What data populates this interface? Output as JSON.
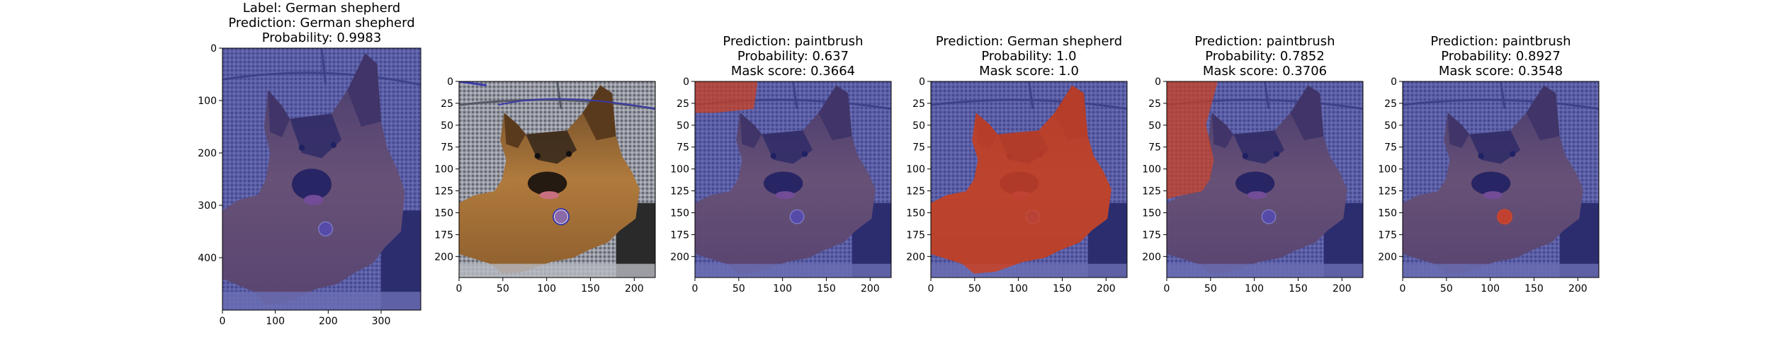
{
  "figure": {
    "panels": [
      {
        "id": "original",
        "title_lines": [
          "Label: German shepherd",
          "Prediction: German shepherd",
          "Probability: 0.9983"
        ],
        "image_kind": "original",
        "x_ticks": [
          "0",
          "100",
          "200",
          "300"
        ],
        "y_ticks": [
          "0",
          "100",
          "200",
          "300",
          "400"
        ],
        "x_range": [
          0,
          375
        ],
        "y_range": [
          0,
          500
        ]
      },
      {
        "id": "segmentation",
        "title_lines": [],
        "image_kind": "segments",
        "x_ticks": [
          "0",
          "50",
          "100",
          "150",
          "200"
        ],
        "y_ticks": [
          "0",
          "25",
          "50",
          "75",
          "100",
          "125",
          "150",
          "175",
          "200"
        ],
        "x_range": [
          0,
          224
        ],
        "y_range": [
          0,
          224
        ]
      },
      {
        "id": "mask-1",
        "title_lines": [
          "Prediction: paintbrush",
          "Probability: 0.637",
          "Mask score: 0.3664"
        ],
        "image_kind": "mask-background-top-left",
        "x_ticks": [
          "0",
          "50",
          "100",
          "150",
          "200"
        ],
        "y_ticks": [
          "0",
          "25",
          "50",
          "75",
          "100",
          "125",
          "150",
          "175",
          "200"
        ],
        "x_range": [
          0,
          224
        ],
        "y_range": [
          0,
          224
        ]
      },
      {
        "id": "mask-2",
        "title_lines": [
          "Prediction: German shepherd",
          "Probability: 1.0",
          "Mask score: 1.0"
        ],
        "image_kind": "mask-dog",
        "x_ticks": [
          "0",
          "50",
          "100",
          "150",
          "200"
        ],
        "y_ticks": [
          "0",
          "25",
          "50",
          "75",
          "100",
          "125",
          "150",
          "175",
          "200"
        ],
        "x_range": [
          0,
          224
        ],
        "y_range": [
          0,
          224
        ]
      },
      {
        "id": "mask-3",
        "title_lines": [
          "Prediction: paintbrush",
          "Probability: 0.7852",
          "Mask score: 0.3706"
        ],
        "image_kind": "mask-background-left",
        "x_ticks": [
          "0",
          "50",
          "100",
          "150",
          "200"
        ],
        "y_ticks": [
          "0",
          "25",
          "50",
          "75",
          "100",
          "125",
          "150",
          "175",
          "200"
        ],
        "x_range": [
          0,
          224
        ],
        "y_range": [
          0,
          224
        ]
      },
      {
        "id": "mask-4",
        "title_lines": [
          "Prediction: paintbrush",
          "Probability: 0.8927",
          "Mask score: 0.3548"
        ],
        "image_kind": "mask-tag",
        "x_ticks": [
          "0",
          "50",
          "100",
          "150",
          "200"
        ],
        "y_ticks": [
          "0",
          "25",
          "50",
          "75",
          "100",
          "125",
          "150",
          "175",
          "200"
        ],
        "x_range": [
          0,
          224
        ],
        "y_range": [
          0,
          224
        ]
      }
    ],
    "colors": {
      "mask_blue": "#2b2fa8",
      "mask_red": "#d2401a",
      "segment_line": "#3a3aa8",
      "fur_dark": "#3a2a1c",
      "fur_tan": "#b07a3c",
      "couch": "#8d8f9a"
    }
  }
}
